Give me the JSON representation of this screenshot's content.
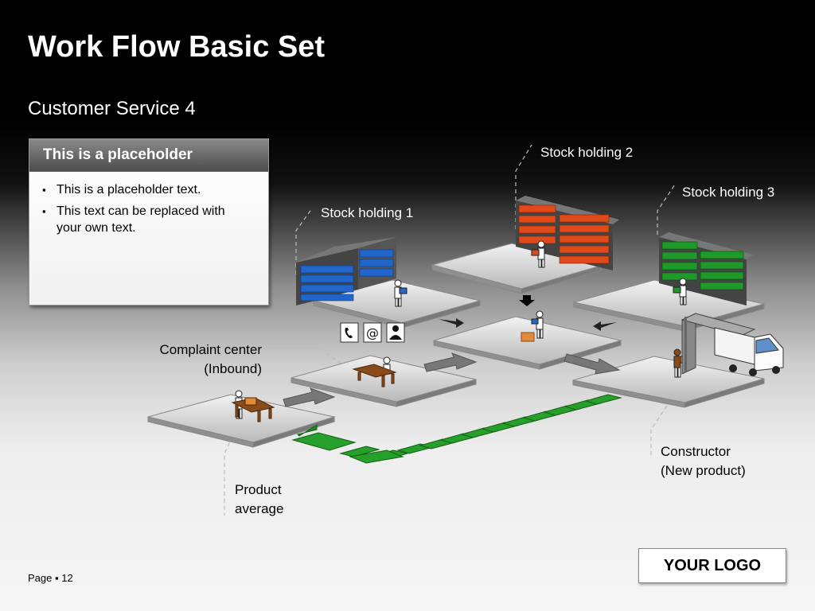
{
  "title": "Work Flow Basic Set",
  "subtitle": "Customer Service 4",
  "placeholder": {
    "heading": "This is a placeholder",
    "bullets": [
      "This is a placeholder text.",
      "This text can be replaced with your own text."
    ]
  },
  "labels": {
    "stock1": "Stock holding 1",
    "stock2": "Stock holding 2",
    "stock3": "Stock holding 3",
    "complaint_line1": "Complaint center",
    "complaint_line2": "(Inbound)",
    "constructor_line1": "Constructor",
    "constructor_line2": "(New product)",
    "product_line1": "Product",
    "product_line2": "average"
  },
  "icons": [
    "phone-icon",
    "at-sign-icon",
    "person-icon"
  ],
  "icon_glyphs": {
    "at": "@"
  },
  "colors": {
    "stock1_boxes": "#2266cc",
    "stock2_boxes": "#e04a1a",
    "stock3_boxes": "#1f9a2a",
    "flow_arrows": "#26a02a"
  },
  "logo": "YOUR LOGO",
  "footer": {
    "page_label": "Page",
    "page_number": "12"
  }
}
